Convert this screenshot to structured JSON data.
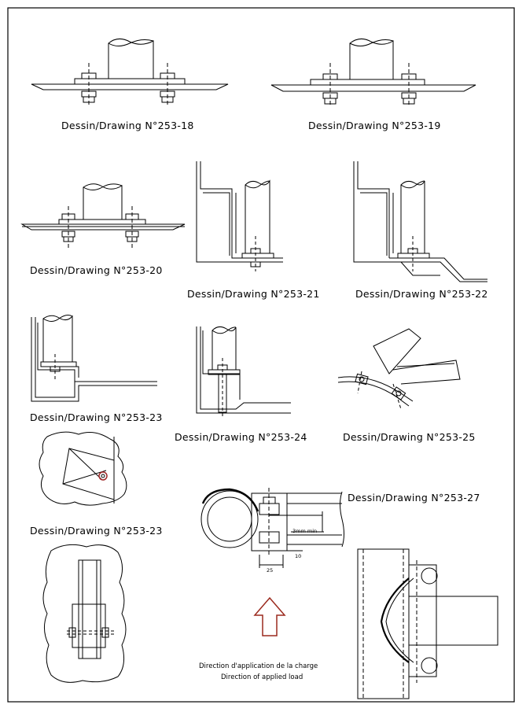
{
  "captions": {
    "d18": "Dessin/Drawing  N°253-18",
    "d19": "Dessin/Drawing  N°253-19",
    "d20": "Dessin/Drawing  N°253-20",
    "d21": "Dessin/Drawing  N°253-21",
    "d22": "Dessin/Drawing  N°253-22",
    "d23a": "Dessin/Drawing  N°253-23",
    "d24": "Dessin/Drawing  N°253-24",
    "d25": "Dessin/Drawing  N°253-25",
    "d23b": "Dessin/Drawing  N°253-23",
    "d27": "Dessin/Drawing  N°253-27"
  },
  "dimensions": {
    "gap": "3mm min",
    "ten": "10",
    "twentyfive": "25"
  },
  "load_direction": {
    "fr": "Direction d'application de la charge",
    "en": "Direction of applied load"
  },
  "colors": {
    "ink": "#000000",
    "arrow": "#9b2a1e",
    "bolt_marker": "#a02a2a"
  }
}
